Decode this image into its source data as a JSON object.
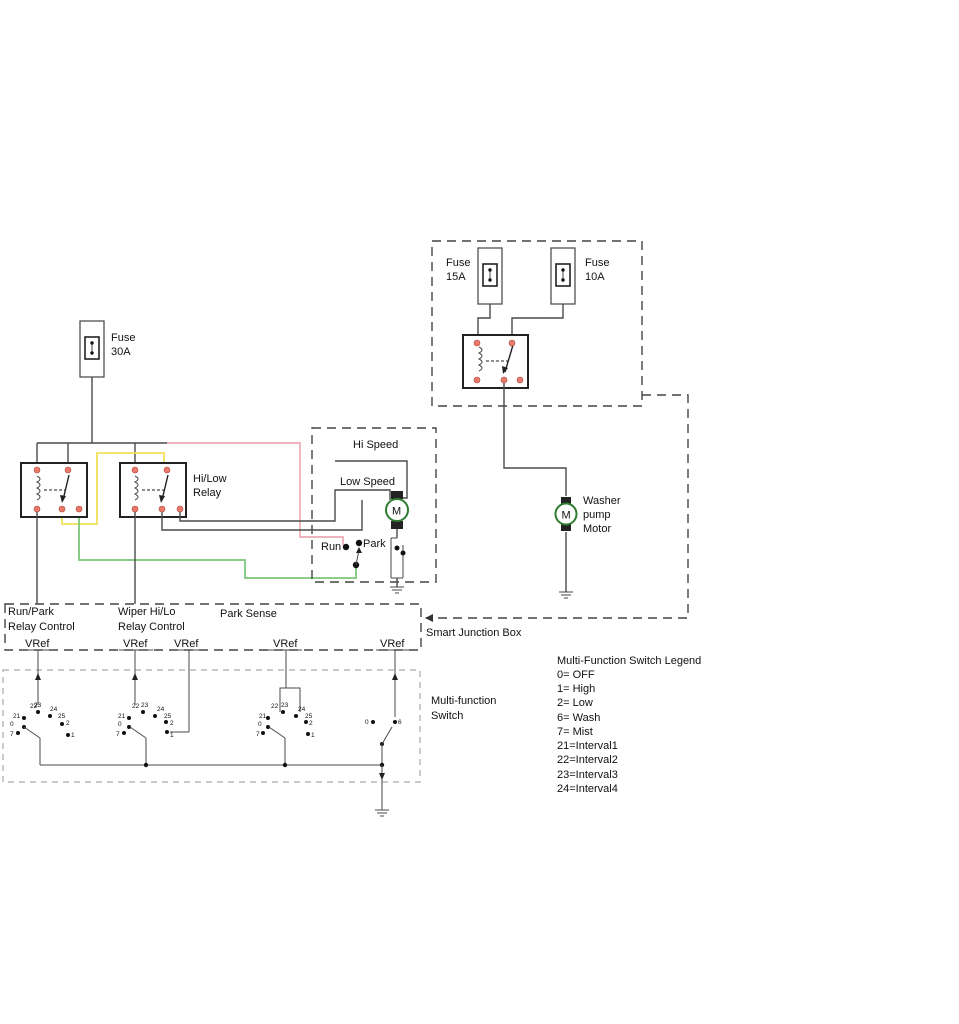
{
  "fuses": {
    "main": {
      "label": "Fuse",
      "rating": "30A"
    },
    "washer_left": {
      "label": "Fuse",
      "rating": "15A"
    },
    "washer_right": {
      "label": "Fuse",
      "rating": "10A"
    }
  },
  "relays": {
    "hi_low": {
      "line1": "Hi/Low",
      "line2": "Relay"
    }
  },
  "motor_labels": {
    "hi_speed": "Hi Speed",
    "low_speed": "Low Speed",
    "run": "Run",
    "park": "Park",
    "motor_symbol": "M"
  },
  "washer_pump": {
    "line1": "Washer",
    "line2": "pump",
    "line3": "Motor",
    "symbol": "M"
  },
  "signals": {
    "run_park_line1": "Run/Park",
    "run_park_line2": "Relay Control",
    "wiper_hilo_line1": "Wiper Hi/Lo",
    "wiper_hilo_line2": "Relay Control",
    "park_sense": "Park Sense",
    "smart_junction_box": "Smart Junction Box"
  },
  "vref_labels": [
    "VRef",
    "VRef",
    "VRef",
    "VRef",
    "VRef"
  ],
  "multifunction": {
    "line1": "Multi-function",
    "line2": "Switch"
  },
  "switch_positions": [
    "22",
    "23",
    "24",
    "21",
    "25",
    "0",
    "2",
    "7",
    "1",
    "6"
  ],
  "legend": {
    "title": "Multi-Function Switch Legend",
    "items": [
      "0= OFF",
      "1= High",
      "2= Low",
      "6= Wash",
      "7= Mist",
      "21=Interval1",
      "22=Interval2",
      "23=Interval3",
      "24=Interval4"
    ]
  },
  "colors": {
    "wire": "#4a4a4a",
    "pin": "#e8796b",
    "motor_ring": "#2e7d32",
    "yellow_wire": "#f2e05a",
    "green_wire": "#7cc67a",
    "pink_wire": "#e89aa5"
  }
}
